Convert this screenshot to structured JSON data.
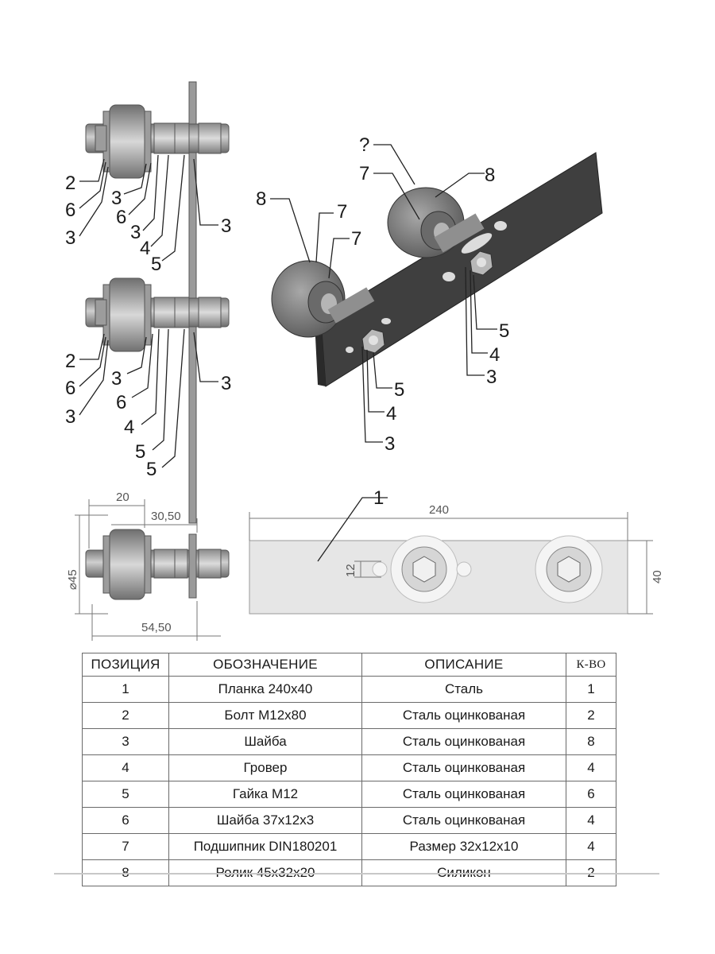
{
  "colors": {
    "steel": "#3f3f3f",
    "silicone": "#8c8c8c",
    "plate_light": "#e6e6e6",
    "line": "#6a6a6a"
  },
  "side_view_top": {
    "labels": [
      "2",
      "6",
      "3",
      "3",
      "6",
      "3",
      "4",
      "5",
      "3"
    ]
  },
  "side_view_middle": {
    "labels": [
      "2",
      "6",
      "3",
      "3",
      "6",
      "4",
      "5",
      "5",
      "3"
    ]
  },
  "iso_view": {
    "labels": [
      "?",
      "7",
      "8",
      "8",
      "7",
      "7",
      "5",
      "4",
      "3",
      "5",
      "4",
      "3"
    ]
  },
  "dimensions": {
    "d20": "20",
    "d30_50": "30,50",
    "d45": "⌀45",
    "d54_50": "54,50",
    "d240": "240",
    "d12": "12",
    "d40": "40",
    "part1": "1"
  },
  "table": {
    "headers": [
      "ПОЗИЦИЯ",
      "ОБОЗНАЧЕНИЕ",
      "ОПИСАНИЕ",
      "К-ВО"
    ],
    "rows": [
      [
        "1",
        "Планка 240х40",
        "Сталь",
        "1"
      ],
      [
        "2",
        "Болт М12х80",
        "Сталь оцинкованая",
        "2"
      ],
      [
        "3",
        "Шайба",
        "Сталь оцинкованая",
        "8"
      ],
      [
        "4",
        "Гровер",
        "Сталь оцинкованая",
        "4"
      ],
      [
        "5",
        "Гайка М12",
        "Сталь оцинкованая",
        "6"
      ],
      [
        "6",
        "Шайба 37х12х3",
        "Сталь оцинкованая",
        "4"
      ],
      [
        "7",
        "Подшипник DIN180201",
        "Размер 32х12х10",
        "4"
      ],
      [
        "8",
        "Ролик 45х32х20",
        "Силикон",
        "2"
      ]
    ]
  }
}
